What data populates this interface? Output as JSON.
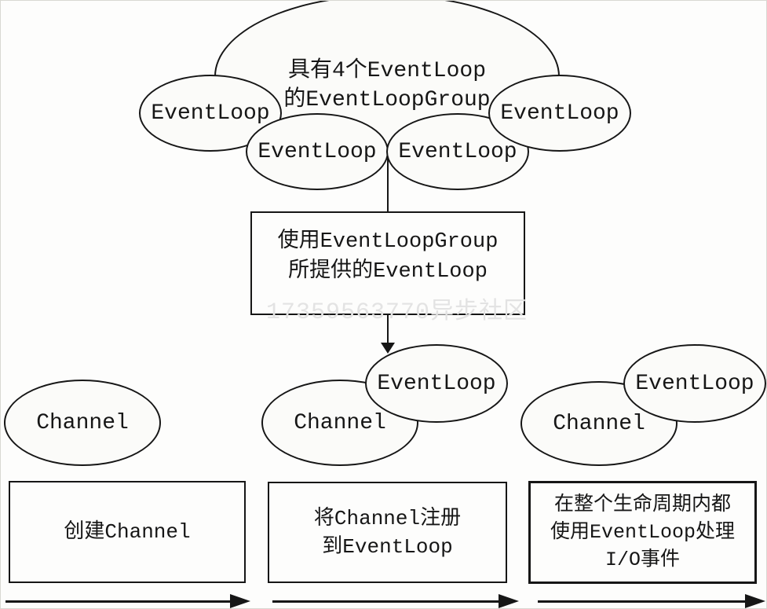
{
  "labels": {
    "event_loop": "EventLoop",
    "channel": "Channel"
  },
  "group_ellipse": {
    "line1": "具有4个EventLoop",
    "line2": "的EventLoopGroup"
  },
  "provide_box": {
    "line1": "使用EventLoopGroup",
    "line2": "所提供的EventLoop"
  },
  "watermark": "17359563770异步社区",
  "steps": [
    {
      "lines": [
        "创建Channel"
      ]
    },
    {
      "lines": [
        "将Channel注册",
        "到EventLoop"
      ]
    },
    {
      "lines": [
        "在整个生命周期内都",
        "使用EventLoop处理",
        "I/O事件"
      ]
    }
  ],
  "colors": {
    "stroke": "#161616",
    "shape_fill": "#fbfbf9",
    "background": "#fdfdfc",
    "watermark": "#e3e3e3",
    "frame_border": "#d8d8d2"
  }
}
